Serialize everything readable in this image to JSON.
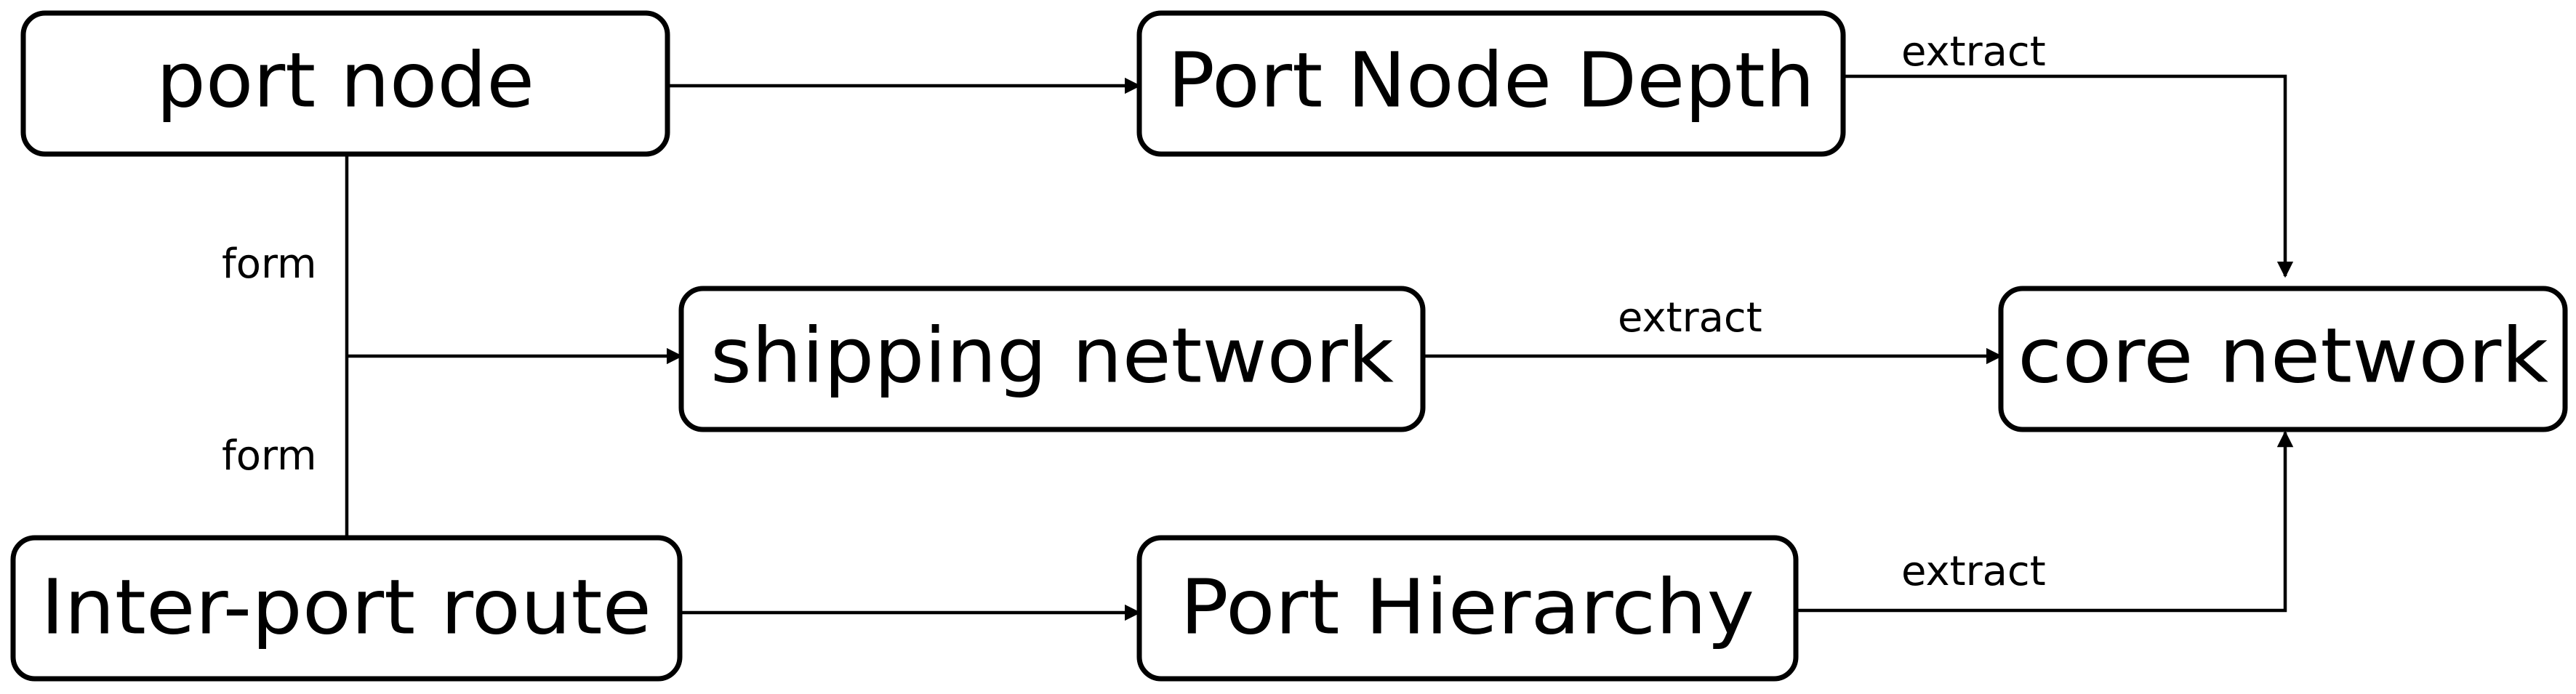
{
  "nodes": {
    "port_node": "port node",
    "port_node_depth": "Port Node Depth",
    "shipping_network": "shipping network",
    "core_network": "core network",
    "inter_port_route": "Inter-port route",
    "port_hierarchy": "Port Hierarchy"
  },
  "edge_labels": {
    "form_top": "form",
    "form_bottom": "form",
    "extract_top": "extract",
    "extract_middle": "extract",
    "extract_bottom": "extract"
  },
  "colors": {
    "stroke": "#000000",
    "background": "#ffffff"
  }
}
